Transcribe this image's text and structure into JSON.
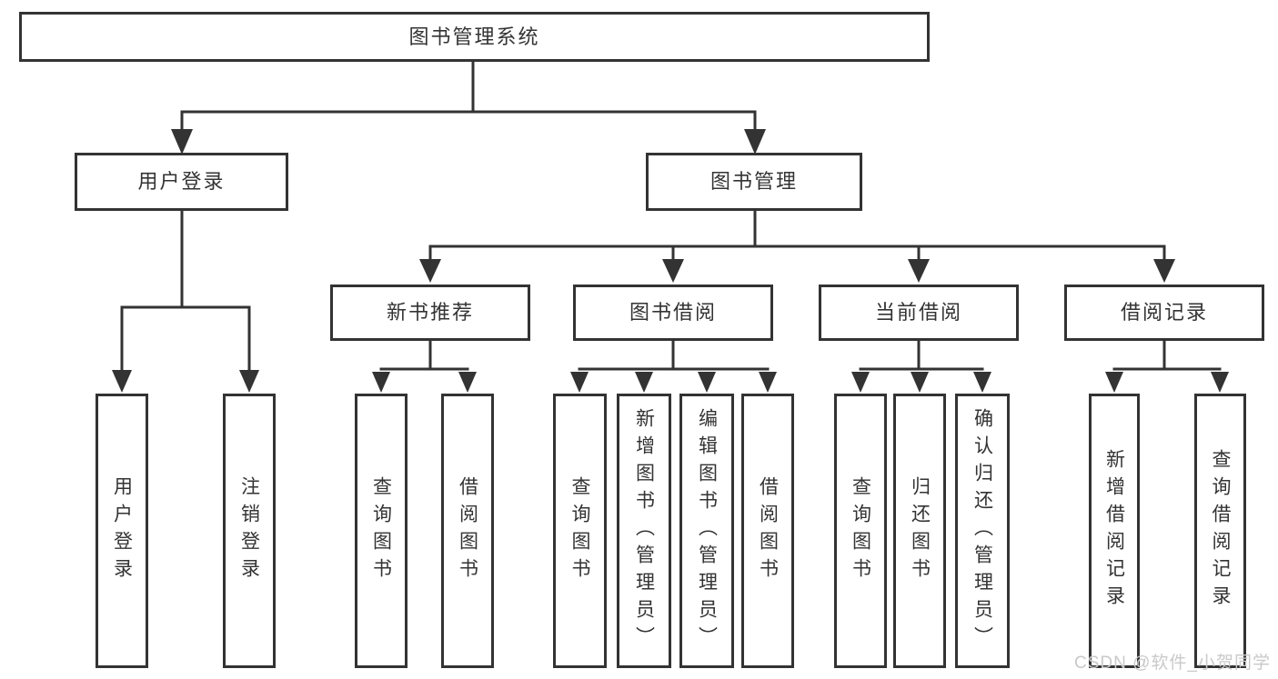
{
  "diagram": {
    "root": "图书管理系统",
    "level2": {
      "user": "用户登录",
      "book": "图书管理"
    },
    "userChildren": [
      "用户登录",
      "注销登录"
    ],
    "groups": [
      {
        "label": "新书推荐",
        "children": [
          "查询图书",
          "借阅图书"
        ]
      },
      {
        "label": "图书借阅",
        "children": [
          "查询图书",
          "新增图书（管理员）",
          "编辑图书（管理员）",
          "借阅图书"
        ]
      },
      {
        "label": "当前借阅",
        "children": [
          "查询图书",
          "归还图书",
          "确认归还（管理员）"
        ]
      },
      {
        "label": "借阅记录",
        "children": [
          "新增借阅记录",
          "查询借阅记录"
        ]
      }
    ]
  },
  "watermark": "CSDN @软件_小贺同学",
  "colors": {
    "line": "#333333",
    "text": "#333333",
    "watermark": "#c9c9c9",
    "background": "#ffffff"
  }
}
